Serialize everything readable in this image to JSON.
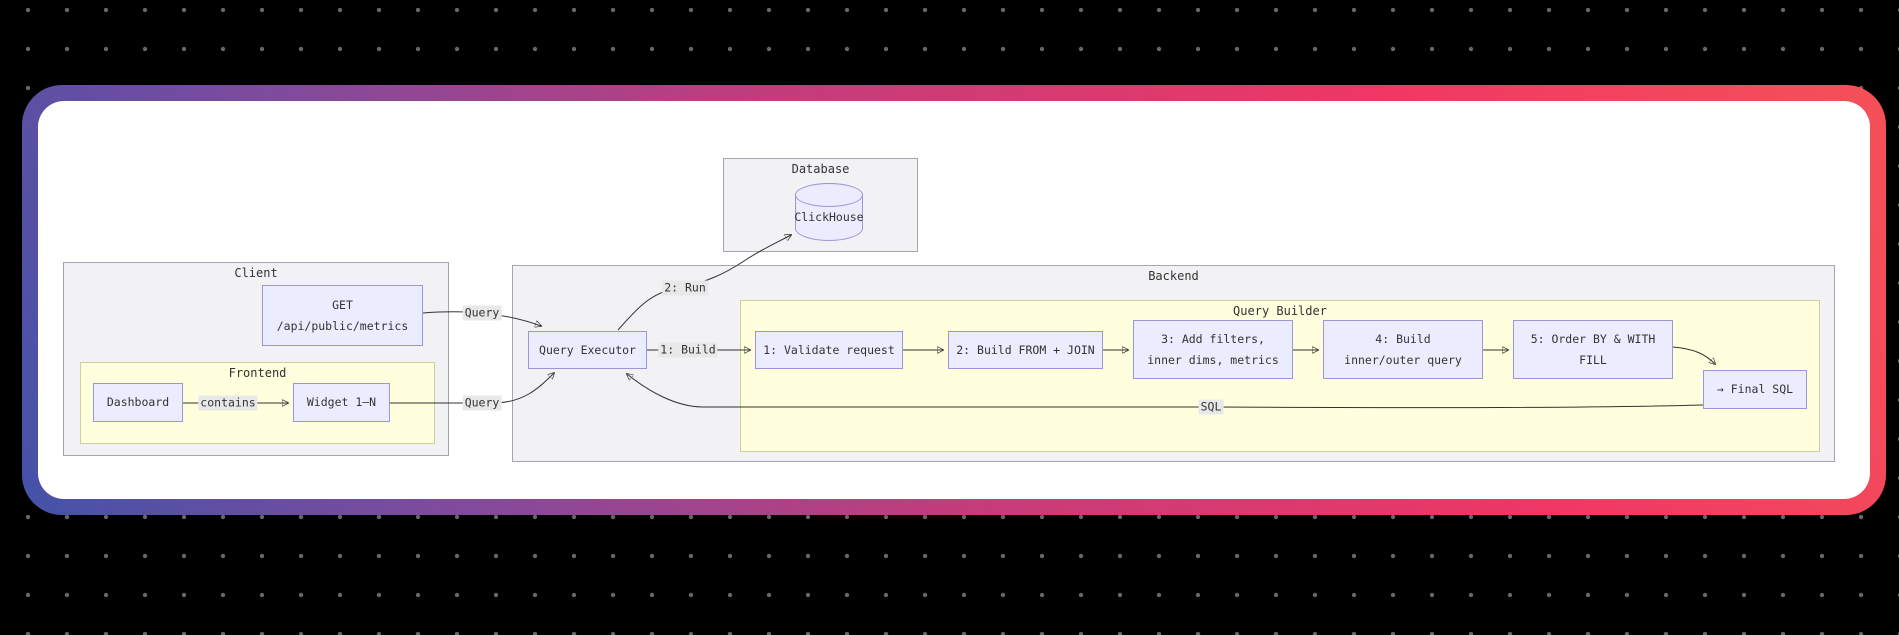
{
  "colors": {
    "page_bg": "#000000",
    "dot": "#66666c",
    "frame_g1": "#4353a8",
    "frame_g2": "#7d4b9e",
    "frame_g3": "#c23d7c",
    "frame_g4": "#ef3764",
    "frame_g5": "#f55158",
    "canvas_bg": "#ffffff",
    "node_fill": "#ECECFF",
    "node_border": "#9f94d8",
    "cluster_fill": "#f2f2f5",
    "cluster_border": "#a5a5ad",
    "inner_cluster_fill": "#ffffde",
    "inner_cluster_border": "#cfcf9b",
    "edge": "#333333",
    "edge_label_bg": "#e8e8e8",
    "text": "#333333"
  },
  "diagram": {
    "clusters": {
      "client": "Client",
      "frontend": "Frontend",
      "database": "Database",
      "backend": "Backend",
      "query_builder": "Query Builder"
    },
    "nodes": {
      "get": [
        "GET",
        "/api/public/metrics"
      ],
      "dashboard": "Dashboard",
      "widget": "Widget 1–N",
      "clickhouse": "ClickHouse",
      "query_executor": "Query Executor",
      "step1": "1: Validate request",
      "step2": "2: Build FROM + JOIN",
      "step3": [
        "3: Add filters,",
        "inner dims, metrics"
      ],
      "step4": [
        "4: Build",
        "inner/outer query"
      ],
      "step5": [
        "5: Order BY & WITH",
        "FILL"
      ],
      "final_sql": "→ Final SQL"
    },
    "edge_labels": {
      "get_query": "Query",
      "widget_query": "Query",
      "contains": "contains",
      "build": "1: Build",
      "run": "2: Run",
      "sql": "SQL"
    }
  }
}
